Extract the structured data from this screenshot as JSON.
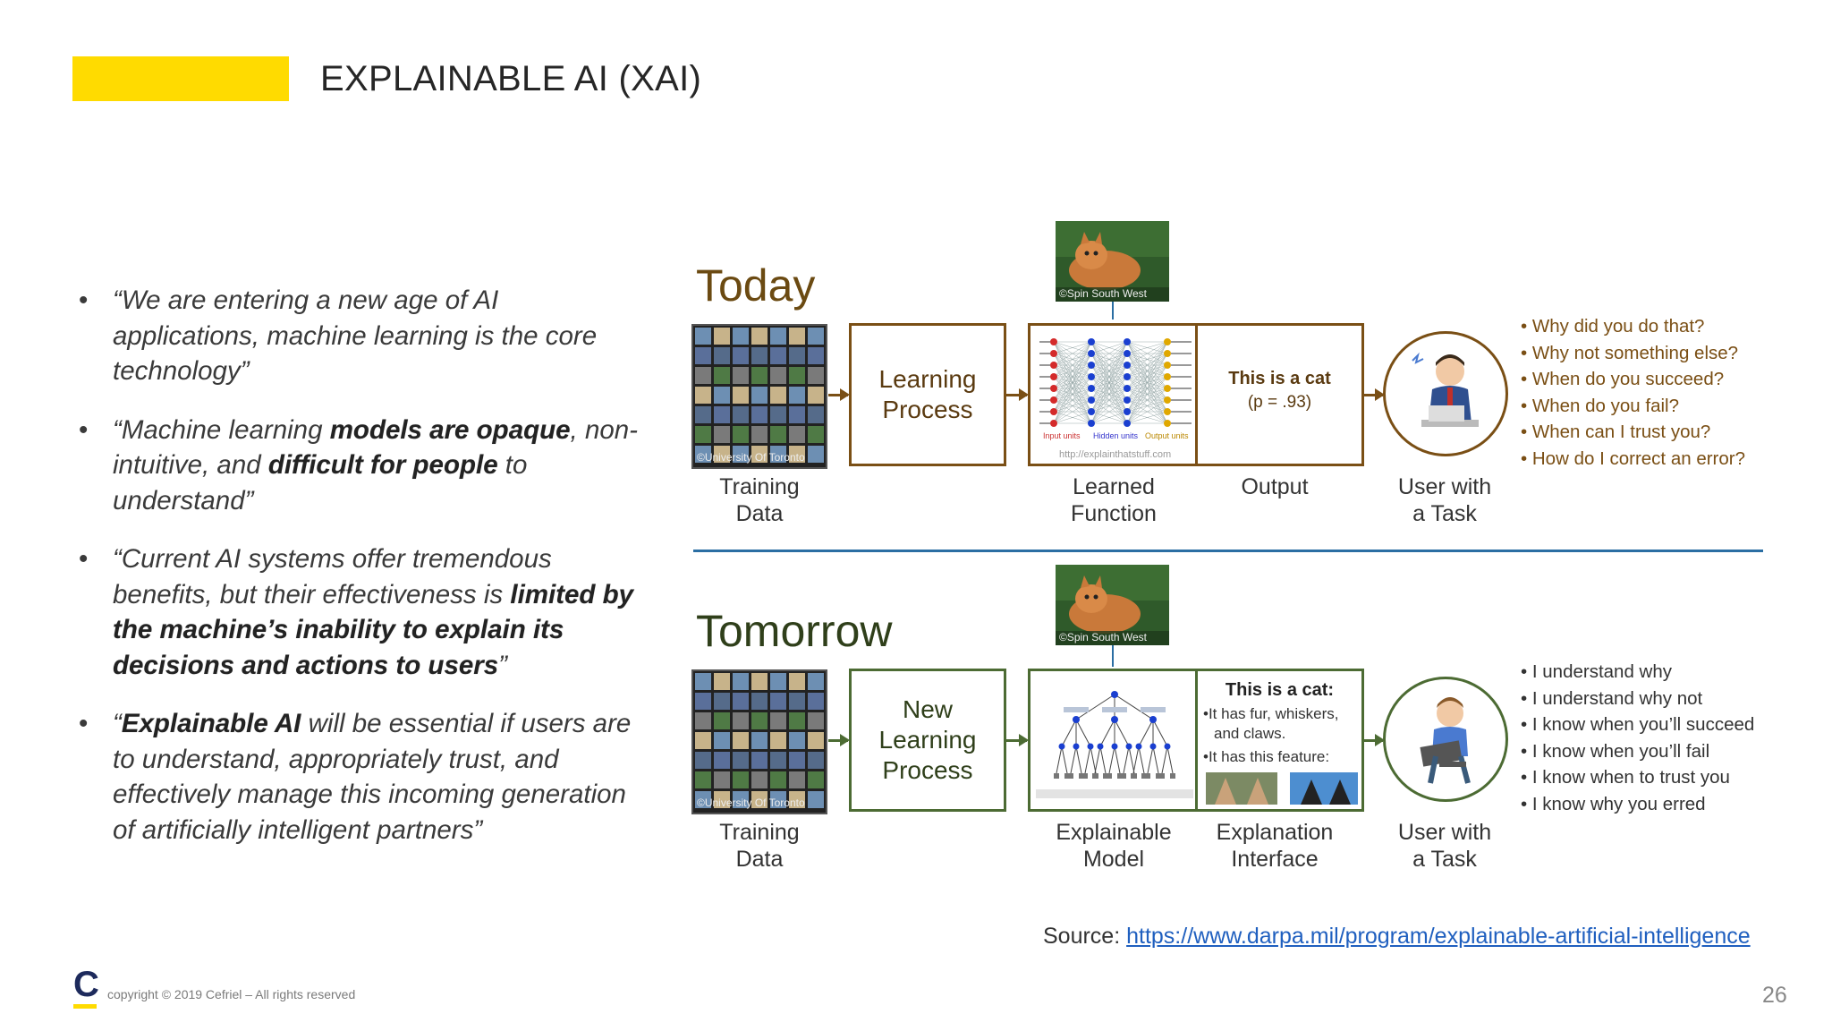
{
  "title": "EXPLAINABLE AI (XAI)",
  "bullets": [
    {
      "pre": "“We are entering a new age of AI applications, machine learning is the core technology”",
      "b1": "",
      "mid": "",
      "b2": "",
      "post": ""
    },
    {
      "pre": "“Machine learning ",
      "b1": "models are opaque",
      "mid": ", non-intuitive, and ",
      "b2": "difficult for people",
      "post": " to understand”"
    },
    {
      "pre": "“Current AI systems offer tremendous benefits, but their effectiveness is ",
      "b1": "limited by the machine’s inability to explain its decisions and actions to users",
      "mid": "”",
      "b2": "",
      "post": ""
    },
    {
      "pre": "“",
      "b1": "Explainable AI",
      "mid": " will be essential if users are to understand, appropriately trust, and effectively manage this incoming generation of artificially intelligent partners”",
      "b2": "",
      "post": ""
    }
  ],
  "today": {
    "heading": "Today",
    "process": "Learning\nProcess",
    "output_title": "This is a cat",
    "output_prob": "(p = .93)",
    "labels": {
      "training": "Training\nData",
      "function": "Learned\nFunction",
      "output": "Output",
      "user": "User with\na Task"
    },
    "image_credit": "©University Of Toronto",
    "cat_credit": "©Spin South West",
    "nn_credit": "http://explainthatstuff.com",
    "nn_layers": [
      "Input units",
      "Hidden units",
      "Output units"
    ],
    "questions": [
      "Why did you do that?",
      "Why not something else?",
      "When do you succeed?",
      "When do you fail?",
      "When can I trust you?",
      "How do I correct an error?"
    ]
  },
  "tomorrow": {
    "heading": "Tomorrow",
    "process": "New\nLearning\nProcess",
    "explain_title": "This is a cat:",
    "explain_line1": "•It has fur, whiskers,",
    "explain_line2": "and claws.",
    "explain_line3": "•It has this feature:",
    "labels": {
      "training": "Training\nData",
      "model": "Explainable\nModel",
      "interface": "Explanation\nInterface",
      "user": "User with\na Task"
    },
    "image_credit": "©University Of Toronto",
    "cat_credit": "©Spin South West",
    "answers": [
      "I understand why",
      "I understand why not",
      "I know when you’ll succeed",
      "I know when you’ll fail",
      "I know when to trust you",
      "I know why you erred"
    ]
  },
  "source_label": "Source: ",
  "source_link": "https://www.darpa.mil/program/explainable-artificial-intelligence",
  "logo_letter": "C",
  "copyright": "copyright © 2019 Cefriel  – All rights reserved",
  "page_number": "26",
  "colors": {
    "accent": "#FFDB00",
    "today_border": "#7a4f15",
    "tomorrow_border": "#4c6b33",
    "divider": "#2b6ea3",
    "link": "#1f5fbf"
  }
}
